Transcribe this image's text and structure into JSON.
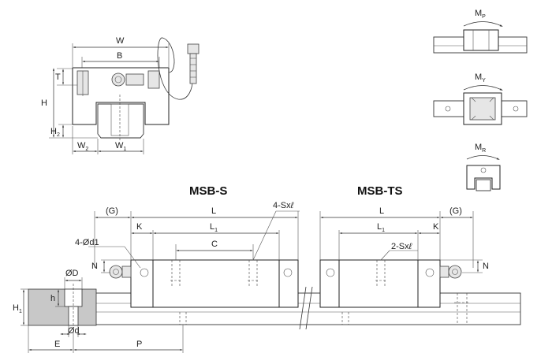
{
  "titles": {
    "msb_s": "MSB-S",
    "msb_ts": "MSB-TS"
  },
  "section_view": {
    "W": "W",
    "B": "B",
    "T": "T",
    "H": "H",
    "H2": "H",
    "H2_sub": "2",
    "W2": "W",
    "W2_sub": "2",
    "W1": "W",
    "W1_sub": "1"
  },
  "moments": {
    "MP": "M",
    "MP_sub": "P",
    "MY": "M",
    "MY_sub": "Y",
    "MR": "M",
    "MR_sub": "R"
  },
  "rail_view": {
    "G_left": "(G)",
    "G_right": "(G)",
    "L_left": "L",
    "L_right": "L",
    "L1_left": "L",
    "L1_left_sub": "1",
    "L1_right": "L",
    "L1_right_sub": "1",
    "K_left": "K",
    "K_right": "K",
    "C": "C",
    "tap_4": "4-Sx",
    "tap_2": "2-Sx",
    "ell": "ℓ",
    "holes_4d1": "4-Ød1",
    "N_left": "N",
    "N_right": "N",
    "OD": "ØD",
    "h": "h",
    "od": "Ød",
    "H1": "H",
    "H1_sub": "1",
    "E": "E",
    "P": "P"
  }
}
